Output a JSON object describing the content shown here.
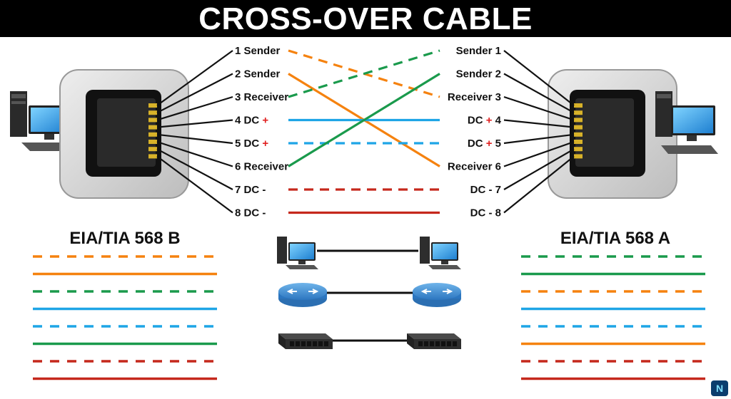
{
  "title": "CROSS-OVER CABLE",
  "colors": {
    "orange": "#f5820f",
    "green": "#1a9a4c",
    "blue": "#1ea5e6",
    "brown": "#c5281c",
    "black": "#111111",
    "plus": "#e02020"
  },
  "left_pins": [
    {
      "num": "1",
      "name": "Sender",
      "plus": false,
      "color": "orange",
      "dashed": true
    },
    {
      "num": "2",
      "name": "Sender",
      "plus": false,
      "color": "orange",
      "dashed": false
    },
    {
      "num": "3",
      "name": "Receiver",
      "plus": false,
      "color": "green",
      "dashed": true
    },
    {
      "num": "4",
      "name": "DC",
      "plus": true,
      "color": "blue",
      "dashed": false
    },
    {
      "num": "5",
      "name": "DC",
      "plus": true,
      "color": "blue",
      "dashed": true
    },
    {
      "num": "6",
      "name": "Receiver",
      "plus": false,
      "color": "green",
      "dashed": false
    },
    {
      "num": "7",
      "name": "DC -",
      "plus": false,
      "color": "brown",
      "dashed": true
    },
    {
      "num": "8",
      "name": "DC -",
      "plus": false,
      "color": "brown",
      "dashed": false
    }
  ],
  "right_pins": [
    {
      "num": "1",
      "name": "Sender",
      "plus": false
    },
    {
      "num": "2",
      "name": "Sender",
      "plus": false
    },
    {
      "num": "3",
      "name": "Receiver",
      "plus": false
    },
    {
      "num": "4",
      "name": "DC",
      "plus": true
    },
    {
      "num": "5",
      "name": "DC",
      "plus": true
    },
    {
      "num": "6",
      "name": "Receiver",
      "plus": false
    },
    {
      "num": "7",
      "name": "DC -",
      "plus": false
    },
    {
      "num": "8",
      "name": "DC -",
      "plus": false
    }
  ],
  "wiring": [
    {
      "from": 1,
      "to": 3
    },
    {
      "from": 2,
      "to": 6
    },
    {
      "from": 3,
      "to": 1
    },
    {
      "from": 4,
      "to": 4
    },
    {
      "from": 5,
      "to": 5
    },
    {
      "from": 6,
      "to": 2
    },
    {
      "from": 7,
      "to": 7
    },
    {
      "from": 8,
      "to": 8
    }
  ],
  "standard_b": {
    "label": "EIA/TIA 568 B",
    "wires": [
      {
        "color": "orange",
        "dashed": true
      },
      {
        "color": "orange",
        "dashed": false
      },
      {
        "color": "green",
        "dashed": true
      },
      {
        "color": "blue",
        "dashed": false
      },
      {
        "color": "blue",
        "dashed": true
      },
      {
        "color": "green",
        "dashed": false
      },
      {
        "color": "brown",
        "dashed": true
      },
      {
        "color": "brown",
        "dashed": false
      }
    ]
  },
  "standard_a": {
    "label": "EIA/TIA 568 A",
    "wires": [
      {
        "color": "green",
        "dashed": true
      },
      {
        "color": "green",
        "dashed": false
      },
      {
        "color": "orange",
        "dashed": true
      },
      {
        "color": "blue",
        "dashed": false
      },
      {
        "color": "blue",
        "dashed": true
      },
      {
        "color": "orange",
        "dashed": false
      },
      {
        "color": "brown",
        "dashed": true
      },
      {
        "color": "brown",
        "dashed": false
      }
    ]
  },
  "connections": [
    {
      "left": "computer-icon",
      "right": "computer-icon"
    },
    {
      "left": "router-icon",
      "right": "router-icon"
    },
    {
      "left": "switch-icon",
      "right": "switch-icon"
    }
  ],
  "logo_icon": "channel-logo-icon"
}
